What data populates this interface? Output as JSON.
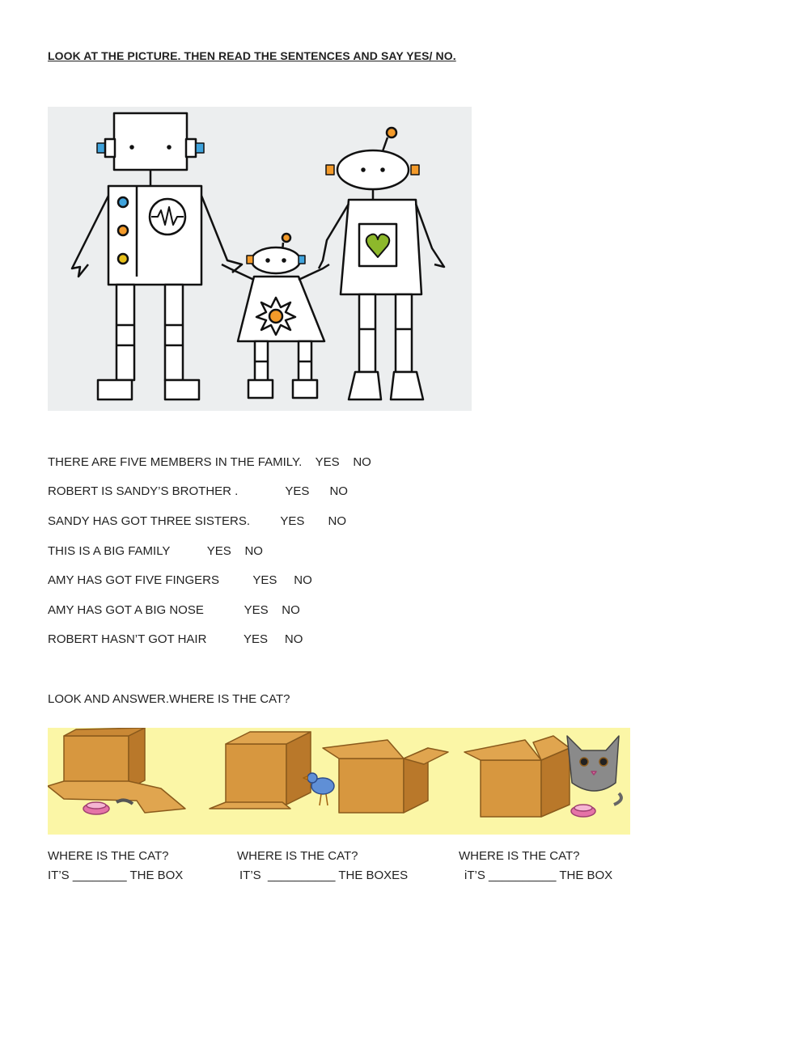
{
  "title": "LOOK AT THE PICTURE. THEN READ THE SENTENCES AND SAY YES/ NO.",
  "questions": [
    {
      "text": "THERE ARE FIVE MEMBERS IN THE FAMILY.",
      "yes": "YES",
      "no": "NO"
    },
    {
      "text": "ROBERT IS SANDY’S BROTHER .",
      "yes": "YES",
      "no": "NO"
    },
    {
      "text": "SANDY HAS GOT THREE SISTERS.",
      "yes": "YES",
      "no": "NO"
    },
    {
      "text": "THIS IS A BIG FAMILY",
      "yes": "YES",
      "no": "NO"
    },
    {
      "text": "AMY HAS GOT FIVE FINGERS",
      "yes": "YES",
      "no": "NO"
    },
    {
      "text": "AMY HAS GOT A BIG NOSE",
      "yes": "YES",
      "no": "NO"
    },
    {
      "text": "ROBERT HASN’T GOT HAIR",
      "yes": "YES",
      "no": "NO"
    }
  ],
  "section2_title": "LOOK AND ANSWER.WHERE IS THE CAT?",
  "answers": [
    {
      "question": "WHERE IS THE CAT?",
      "blank": "IT’S ________ THE BOX"
    },
    {
      "question": "WHERE IS THE CAT?",
      "blank": "IT’S  __________ THE BOXES"
    },
    {
      "question": "WHERE IS THE CAT?",
      "blank": "iT’S __________ THE BOX"
    }
  ],
  "colors": {
    "blue": "#3fa3dc",
    "orange": "#f39a2a",
    "yellow": "#e7c01b",
    "green": "#8db82b",
    "box": "#d7973f",
    "box_dark": "#b9782a",
    "bowl": "#e573a7",
    "bird": "#5f8fd6",
    "cat": "#8a8a8a",
    "bg_yellow": "#fbf6a6"
  }
}
